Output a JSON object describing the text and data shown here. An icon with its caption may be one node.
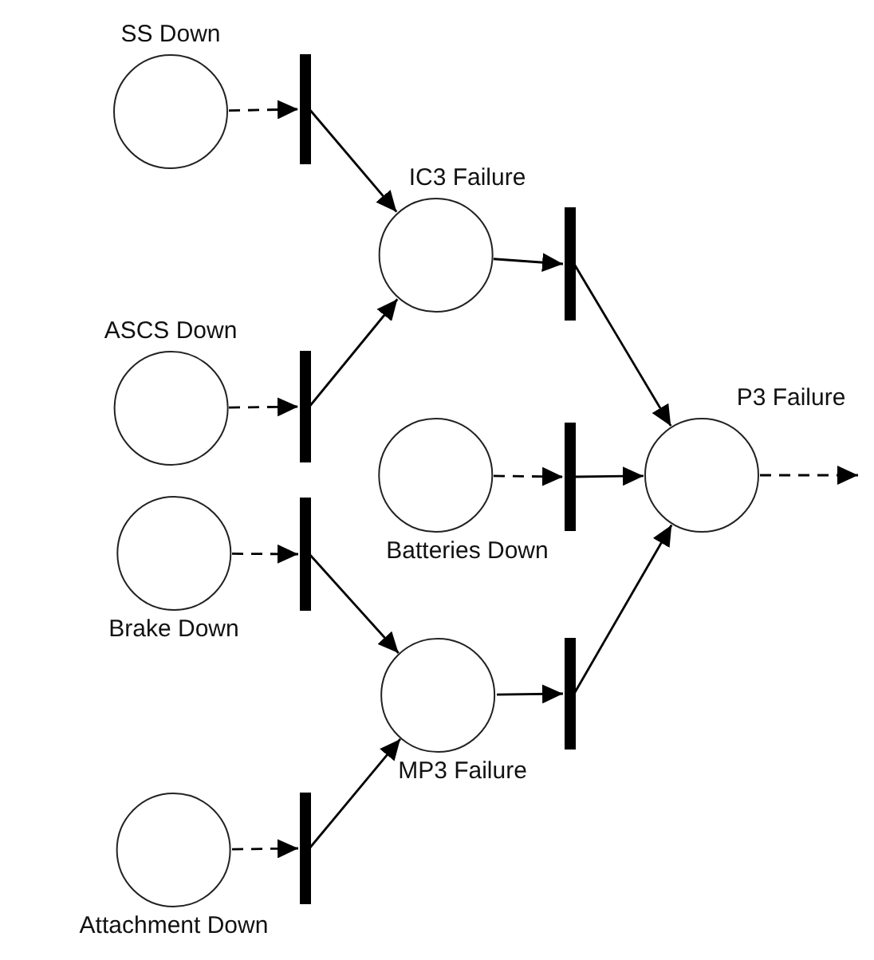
{
  "diagram": {
    "nodes": [
      {
        "text": [
          "SS Down"
        ]
      },
      {
        "text": [],
        "shape": "bar"
      },
      {
        "text": [
          "IC3 Failure"
        ]
      },
      {
        "text": [],
        "shape": "bar"
      },
      {
        "text": [
          "ASCS Down"
        ]
      },
      {
        "text": [],
        "shape": "bar"
      },
      {
        "text": [
          "Batteries Down"
        ]
      },
      {
        "text": [],
        "shape": "bar"
      },
      {
        "text": [
          "P3 Failure"
        ]
      },
      {
        "text": [
          "Brake Down"
        ]
      },
      {
        "text": [],
        "shape": "bar"
      },
      {
        "text": [
          "MP3 Failure"
        ]
      },
      {
        "text": [],
        "shape": "bar"
      },
      {
        "text": [
          "Attachment Down"
        ]
      },
      {
        "text": [],
        "shape": "bar"
      }
    ],
    "edges": [
      {
        "from": 0,
        "to": 1,
        "arrow": "to",
        "style": "dashed"
      },
      {
        "from": 1,
        "to": 2,
        "arrow": "to"
      },
      {
        "from": 4,
        "to": 5,
        "arrow": "to",
        "style": "dashed"
      },
      {
        "from": 5,
        "to": 2,
        "arrow": "to"
      },
      {
        "from": 2,
        "to": 3,
        "arrow": "to"
      },
      {
        "from": 3,
        "to": 8,
        "arrow": "to"
      },
      {
        "from": 6,
        "to": 7,
        "arrow": "to",
        "style": "dashed"
      },
      {
        "from": 7,
        "to": 8,
        "arrow": "to"
      },
      {
        "from": 9,
        "to": 10,
        "arrow": "to",
        "style": "dashed"
      },
      {
        "from": 10,
        "to": 11,
        "arrow": "to"
      },
      {
        "from": 13,
        "to": 14,
        "arrow": "to",
        "style": "dashed"
      },
      {
        "from": 14,
        "to": 11,
        "arrow": "to"
      },
      {
        "from": 11,
        "to": 12,
        "arrow": "to"
      },
      {
        "from": 12,
        "to": 8,
        "arrow": "to"
      },
      {
        "from": 8,
        "to": null,
        "arrow": "to",
        "style": "dashed"
      }
    ]
  }
}
